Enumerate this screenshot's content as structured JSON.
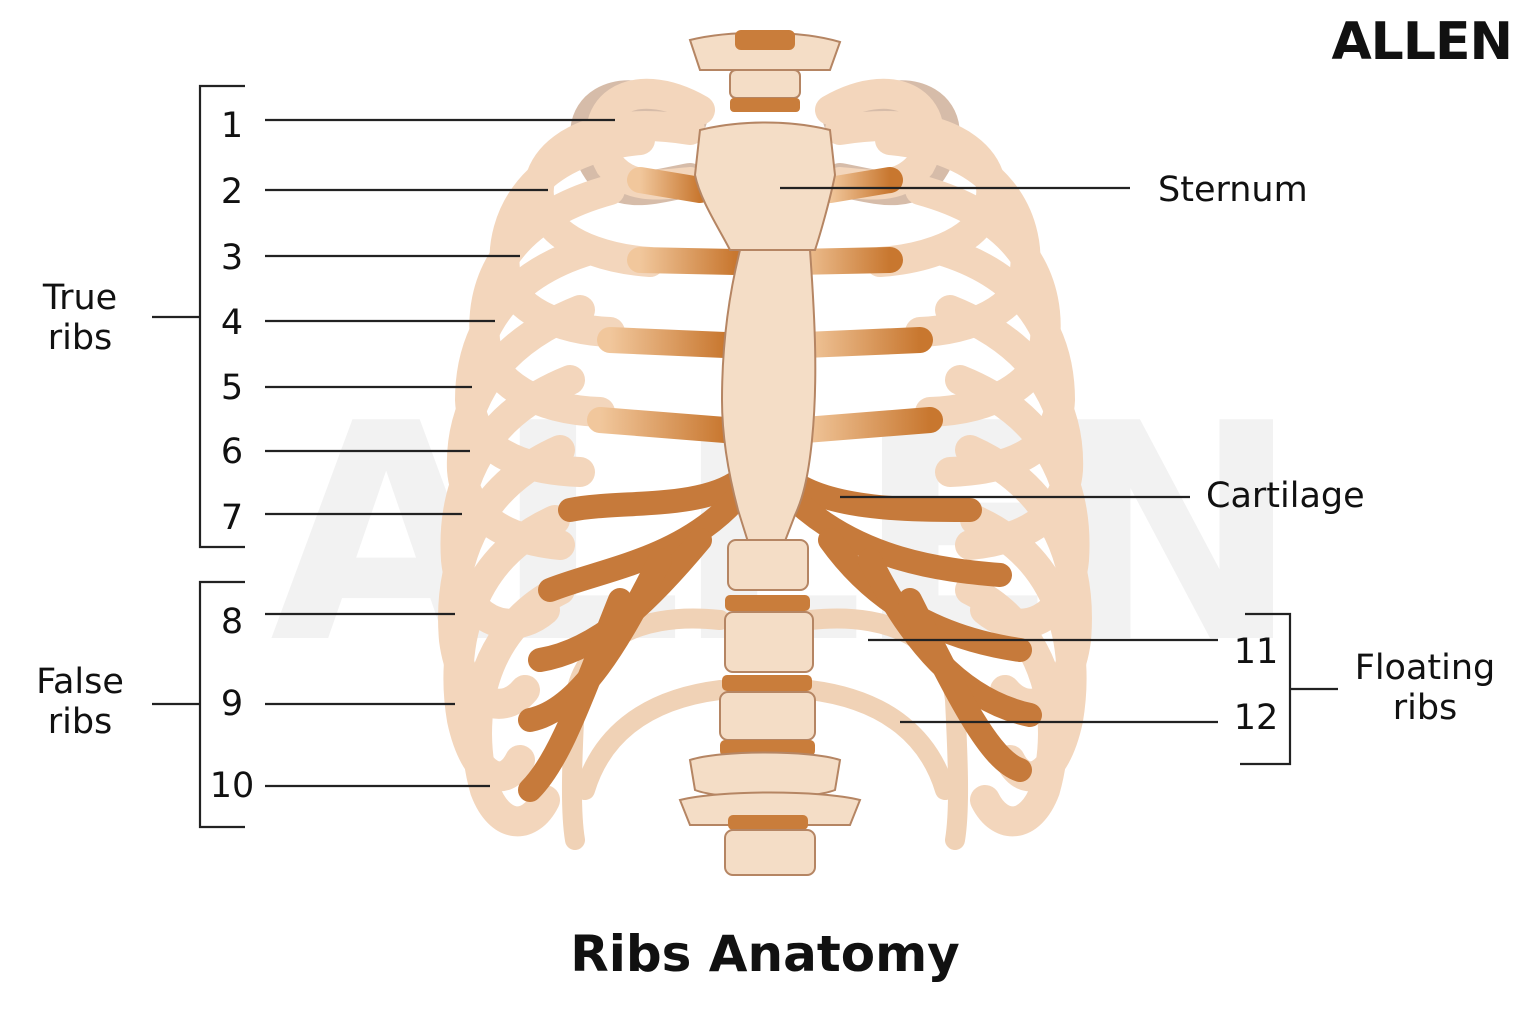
{
  "brand": {
    "logo_text": "ALLEN"
  },
  "title": "Ribs Anatomy",
  "colors": {
    "bone": "#f3d6bc",
    "bone_shade": "#dcae87",
    "cartilage": "#c97d3b",
    "line": "#222222"
  },
  "rib_numbers": [
    "1",
    "2",
    "3",
    "4",
    "5",
    "6",
    "7",
    "8",
    "9",
    "10",
    "11",
    "12"
  ],
  "groups": {
    "true_ribs": "True ribs",
    "false_ribs": "False ribs",
    "floating_ribs": "Floating ribs"
  },
  "labels": {
    "sternum": "Sternum",
    "cartilage": "Cartilage"
  }
}
